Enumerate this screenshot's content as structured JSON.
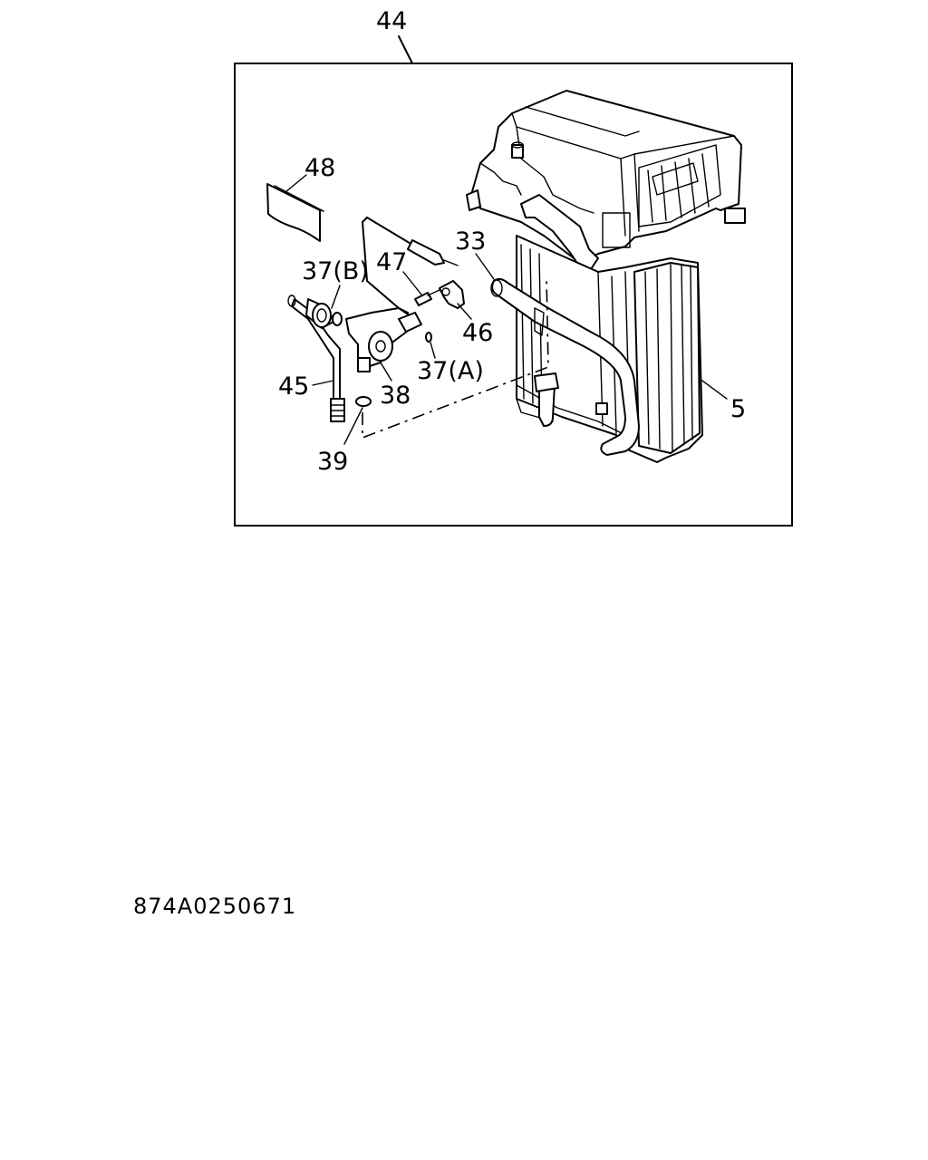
{
  "drawing_code": "874A0250671",
  "callouts": {
    "c44": "44",
    "c48": "48",
    "c33": "33",
    "c47": "47",
    "c37b": "37(B)",
    "c46": "46",
    "c37a": "37(A)",
    "c45": "45",
    "c38": "38",
    "c5": "5",
    "c39": "39"
  }
}
